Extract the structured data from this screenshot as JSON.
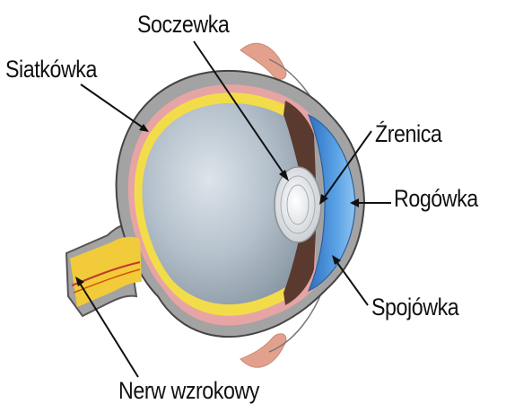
{
  "labels": {
    "soczewka": "Soczewka",
    "siatkowka": "Siatkówka",
    "zrenica": "Źrenica",
    "rogowka": "Rogówka",
    "spojowka": "Spojówka",
    "nerw": "Nerw wzrokowy"
  },
  "colors": {
    "sclera": "#a3a3a3",
    "choroid": "#d98080",
    "retina": "#f3dc4a",
    "vitreous": "#a9b6c2",
    "lens": "#e5e8ea",
    "iris": "#5a3a2e",
    "cornea": "#4a8fd6",
    "eyelid": "#e3a18d",
    "nerve": "#f1cb3a"
  }
}
